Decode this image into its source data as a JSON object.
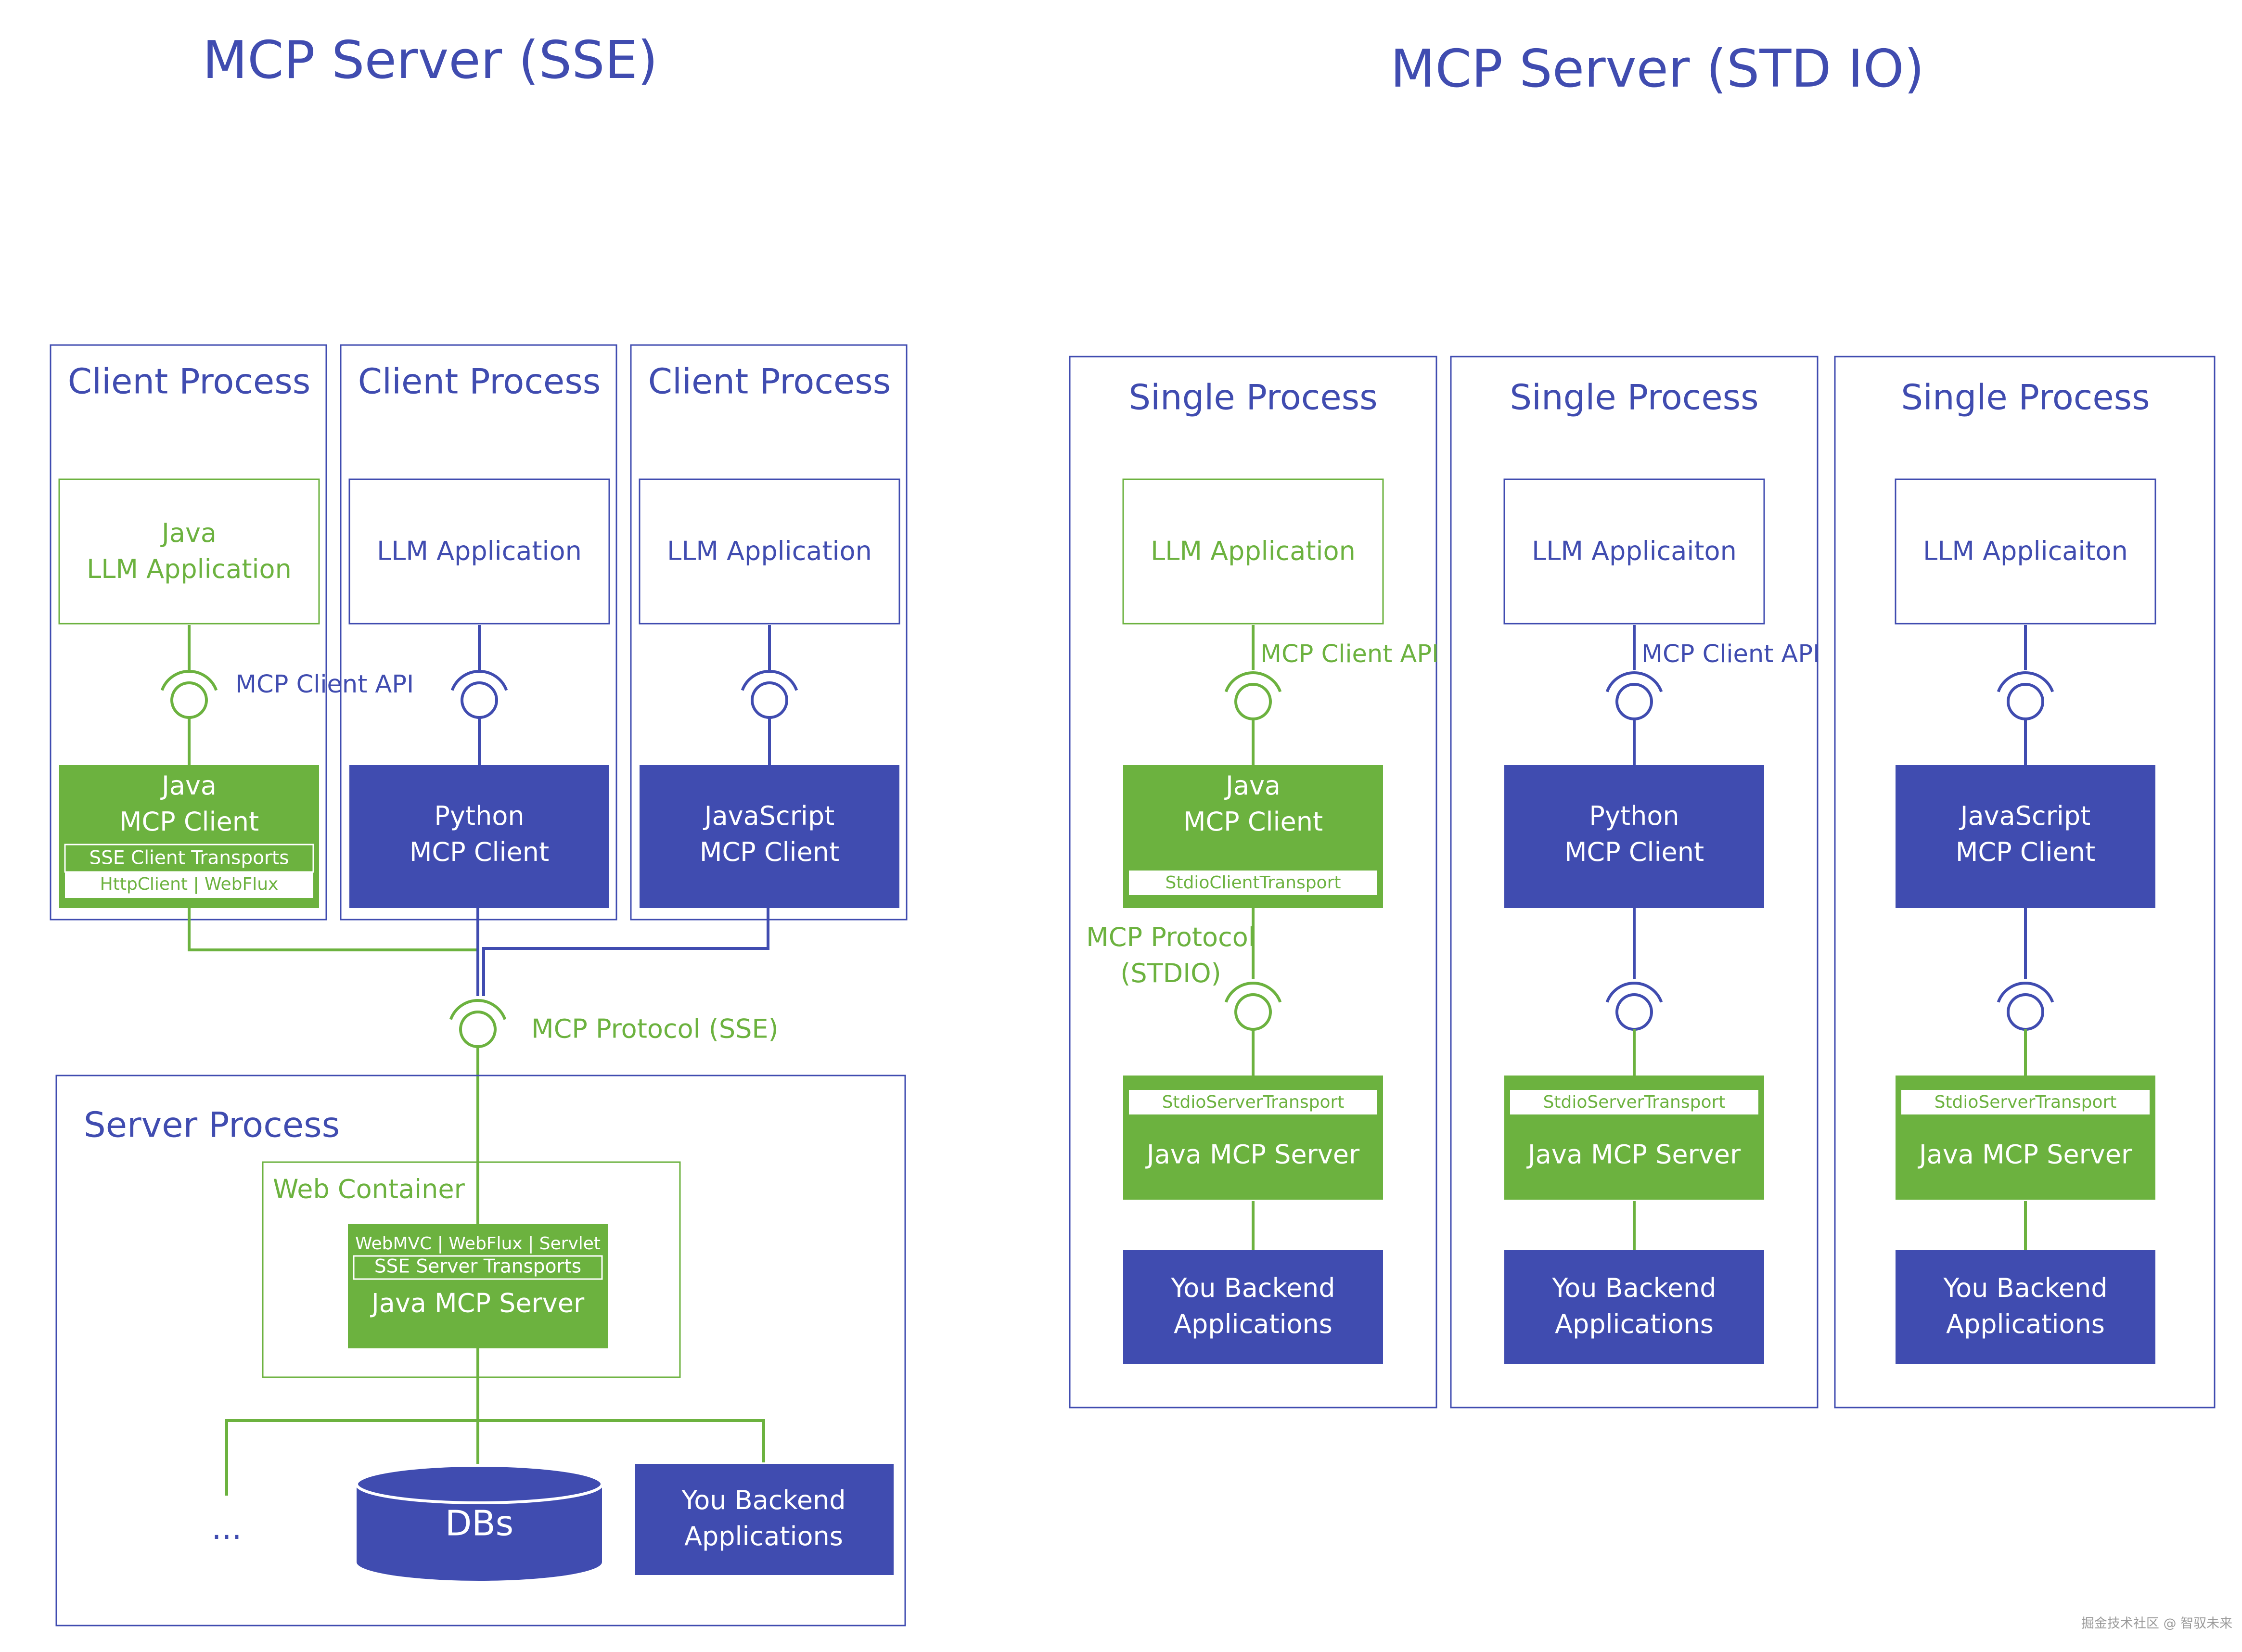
{
  "colors": {
    "blue": "#404cb0",
    "green": "#6cb23f",
    "white": "#ffffff",
    "watermark": "#9a9a9a"
  },
  "sse": {
    "title": "MCP Server (SSE)",
    "clients": [
      {
        "process_label": "Client Process",
        "app_lines": [
          "Java",
          "LLM Application"
        ],
        "client_lines": [
          "Java",
          "MCP Client"
        ],
        "transport_label": "SSE Client Transports",
        "transport_impl": "HttpClient | WebFlux",
        "theme": "green"
      },
      {
        "process_label": "Client Process",
        "app_lines": [
          "LLM Application"
        ],
        "client_lines": [
          "Python",
          "MCP Client"
        ],
        "theme": "blue"
      },
      {
        "process_label": "Client Process",
        "app_lines": [
          "LLM Application"
        ],
        "client_lines": [
          "JavaScript",
          "MCP Client"
        ],
        "theme": "blue"
      }
    ],
    "client_api_label": "MCP Client API",
    "protocol_label": "MCP Protocol (SSE)",
    "server": {
      "process_label": "Server Process",
      "container_label": "Web Container",
      "impl_label": "WebMVC | WebFlux | Servlet",
      "transport_label": "SSE Server Transports",
      "server_label": "Java MCP Server",
      "ellipsis": "...",
      "db_label": "DBs",
      "backend_lines": [
        "You Backend",
        "Applications"
      ]
    }
  },
  "stdio": {
    "title": "MCP Server (STD IO)",
    "columns": [
      {
        "process_label": "Single Process",
        "app_lines": [
          "LLM Application"
        ],
        "api_label": "MCP Client API",
        "client_lines": [
          "Java",
          "MCP Client"
        ],
        "client_transport": "StdioClientTransport",
        "protocol_lines": [
          "MCP Protocol",
          "(STDIO)"
        ],
        "server_transport": "StdioServerTransport",
        "server_label": "Java MCP Server",
        "backend_lines": [
          "You Backend",
          "Applications"
        ],
        "theme": "green"
      },
      {
        "process_label": "Single Process",
        "app_lines": [
          "LLM Applicaiton"
        ],
        "api_label": "MCP Client API",
        "client_lines": [
          "Python",
          "MCP Client"
        ],
        "server_transport": "StdioServerTransport",
        "server_label": "Java MCP Server",
        "backend_lines": [
          "You Backend",
          "Applications"
        ],
        "theme": "blue"
      },
      {
        "process_label": "Single Process",
        "app_lines": [
          "LLM Applicaiton"
        ],
        "client_lines": [
          "JavaScript",
          "MCP Client"
        ],
        "server_transport": "StdioServerTransport",
        "server_label": "Java MCP Server",
        "backend_lines": [
          "You Backend",
          "Applications"
        ],
        "theme": "blue"
      }
    ]
  },
  "watermark": "掘金技术社区 @ 智驭未来"
}
